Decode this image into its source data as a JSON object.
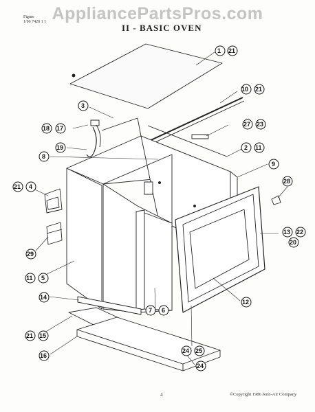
{
  "watermark": "AppliancePartsPros.com",
  "header": {
    "figure_label_line1": "Figure",
    "figure_label_line2": "1/06 7420 1 1",
    "title": "II - BASIC OVEN"
  },
  "footer": {
    "page_number": "4",
    "copyright": "©Copyright 1986 Jenn-Air Company"
  },
  "callouts": [
    {
      "id": "c-1",
      "nums": [
        "1",
        "21"
      ]
    },
    {
      "id": "c-10",
      "nums": [
        "10",
        "21"
      ]
    },
    {
      "id": "c-3",
      "nums": [
        "3"
      ]
    },
    {
      "id": "c-27",
      "nums": [
        "27",
        "23"
      ]
    },
    {
      "id": "c-18",
      "nums": [
        "18",
        "17"
      ]
    },
    {
      "id": "c-19",
      "nums": [
        "19"
      ]
    },
    {
      "id": "c-2",
      "nums": [
        "2",
        "11"
      ]
    },
    {
      "id": "c-8",
      "nums": [
        "8"
      ]
    },
    {
      "id": "c-9",
      "nums": [
        "9"
      ]
    },
    {
      "id": "c-21a",
      "nums": [
        "21",
        "4"
      ]
    },
    {
      "id": "c-28",
      "nums": [
        "28"
      ]
    },
    {
      "id": "c-13",
      "nums": [
        "13",
        "22",
        "20"
      ]
    },
    {
      "id": "c-29",
      "nums": [
        "29"
      ]
    },
    {
      "id": "c-11",
      "nums": [
        "11",
        "5"
      ]
    },
    {
      "id": "c-12",
      "nums": [
        "12"
      ]
    },
    {
      "id": "c-14",
      "nums": [
        "14"
      ]
    },
    {
      "id": "c-7",
      "nums": [
        "7",
        "6"
      ]
    },
    {
      "id": "c-21b",
      "nums": [
        "21",
        "15"
      ]
    },
    {
      "id": "c-24a",
      "nums": [
        "24",
        "25"
      ]
    },
    {
      "id": "c-16",
      "nums": [
        "16"
      ]
    },
    {
      "id": "c-24b",
      "nums": [
        "24"
      ]
    }
  ]
}
